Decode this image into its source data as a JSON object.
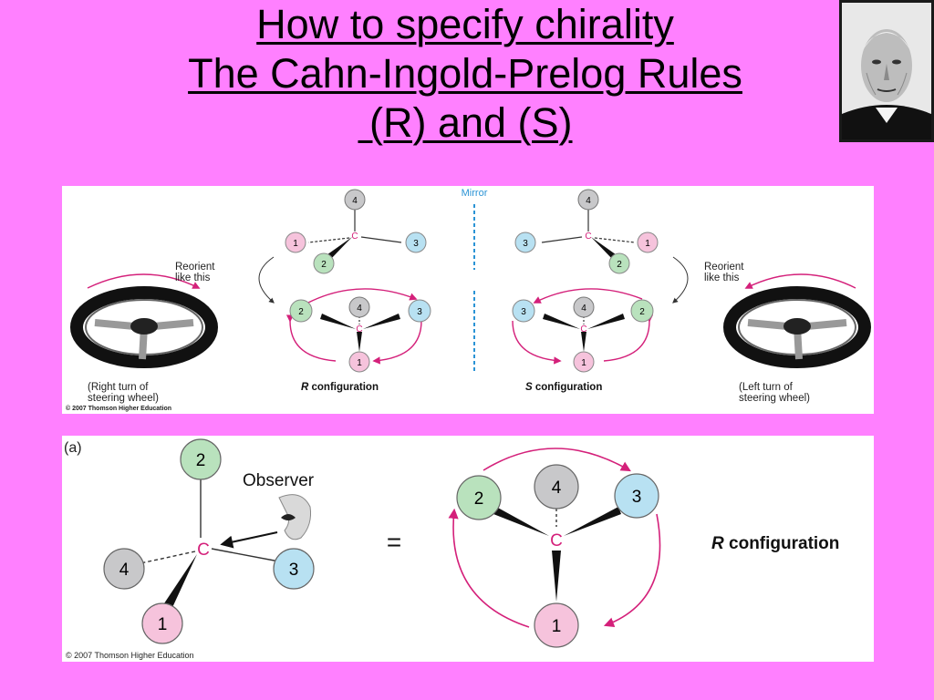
{
  "title": {
    "line1": "How to specify chirality",
    "line2": "The Cahn-Ingold-Prelog Rules",
    "line3": " (R) and (S)"
  },
  "top_figure": {
    "mirror_label": "Mirror",
    "reorient_left": [
      "Reorient",
      "like this"
    ],
    "reorient_right": [
      "Reorient",
      "like this"
    ],
    "left_wheel_caption": [
      "(Right turn of",
      "steering wheel)"
    ],
    "right_wheel_caption": [
      "(Left turn of",
      "steering wheel)"
    ],
    "r_config_letter": "R",
    "s_config_letter": "S",
    "config_word": "configuration",
    "carbon": "C",
    "copyright": "© 2007 Thomson Higher Education",
    "left_molecule": {
      "top": "4",
      "left": "1",
      "right": "3",
      "bottom": "2"
    },
    "right_molecule": {
      "top": "4",
      "left": "3",
      "right": "1",
      "bottom": "2"
    },
    "r_view": {
      "back": "4",
      "left": "2",
      "right": "3",
      "bottom": "1"
    },
    "s_view": {
      "back": "4",
      "left": "3",
      "right": "2",
      "bottom": "1"
    }
  },
  "bottom_figure": {
    "panel_label": "(a)",
    "observer_label": "Observer",
    "carbon": "C",
    "equals": "=",
    "r_config_letter": "R",
    "config_word": "configuration",
    "copyright": "© 2007 Thomson Higher Education",
    "left_molecule": {
      "top": "2",
      "left": "4",
      "right": "3",
      "bottom": "1"
    },
    "right_molecule": {
      "back": "4",
      "left": "2",
      "right": "3",
      "bottom": "1"
    }
  },
  "colors": {
    "background": "#ff80ff",
    "pink_sphere": "#f6c3dc",
    "green_sphere": "#b9e2bd",
    "blue_sphere": "#b8e1f2",
    "gray_sphere": "#c8c8ca",
    "arrow_magenta": "#d4207a",
    "mirror_blue": "#2a93d5"
  }
}
